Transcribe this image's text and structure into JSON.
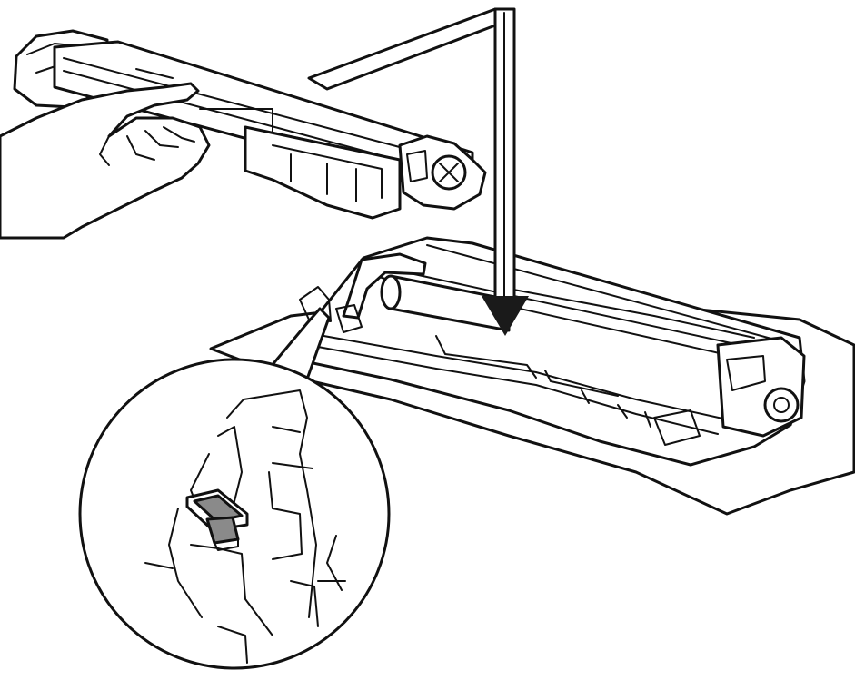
{
  "illustration": {
    "colors": {
      "line": "#111111",
      "background": "#ffffff",
      "tab_fill": "#8a8a8a"
    },
    "parts": [
      "toner-cartridge",
      "drum-unit",
      "hand",
      "insertion-arrow",
      "lock-lever-detail",
      "callout-circle"
    ]
  }
}
